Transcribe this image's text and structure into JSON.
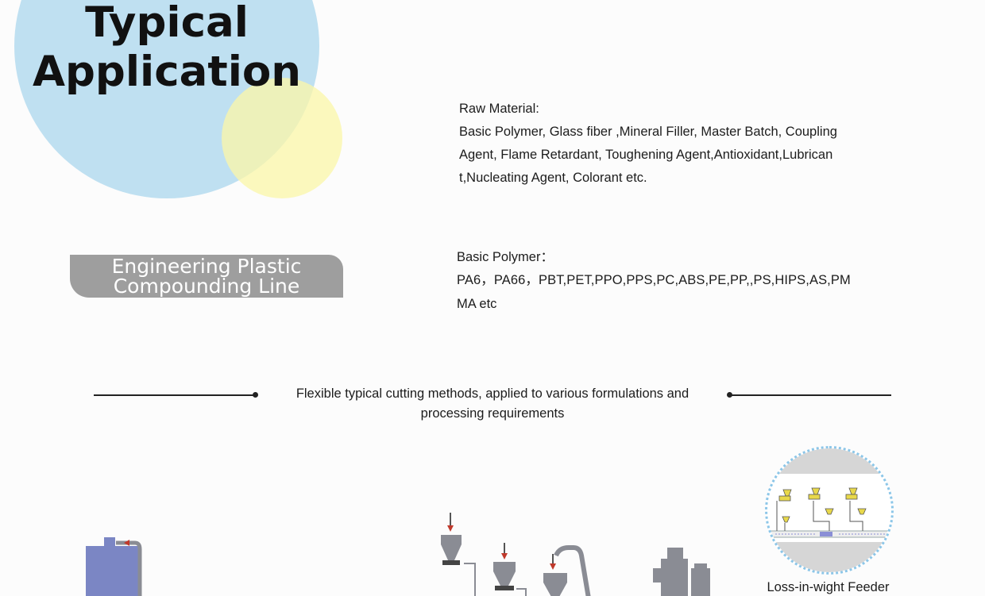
{
  "heading": {
    "line1": "Typical",
    "line2": "Application"
  },
  "tab_label": {
    "line1": "Engineering Plastic",
    "line2": "Compounding Line"
  },
  "raw_material": {
    "title": "Raw Material:",
    "line1": "Basic Polymer, Glass fiber ,Mineral Filler, Master Batch, Coupling",
    "line2": "Agent, Flame Retardant, Toughening Agent,Antioxidant,Lubrican",
    "line3": "t,Nucleating Agent, Colorant etc."
  },
  "basic_polymer": {
    "title": "Basic Polymer：",
    "line1": "PA6，PA66，PBT,PET,PPO,PPS,PC,ABS,PE,PP,,PS,HIPS,AS,PM",
    "line2": "MA etc"
  },
  "divider_caption": {
    "line1": "Flexible typical cutting methods, applied to various formulations and",
    "line2": "processing requirements"
  },
  "feeder": {
    "label": "Loss-in-wight Feeder"
  },
  "colors": {
    "circle_blue": "#bfe0f1",
    "circle_yellow": "#faf6aa",
    "tab_grey": "#9e9e9e",
    "machine_blue": "#7b86c4",
    "machine_grey": "#8a8c94",
    "feeder_yellow": "#e8d84a"
  }
}
